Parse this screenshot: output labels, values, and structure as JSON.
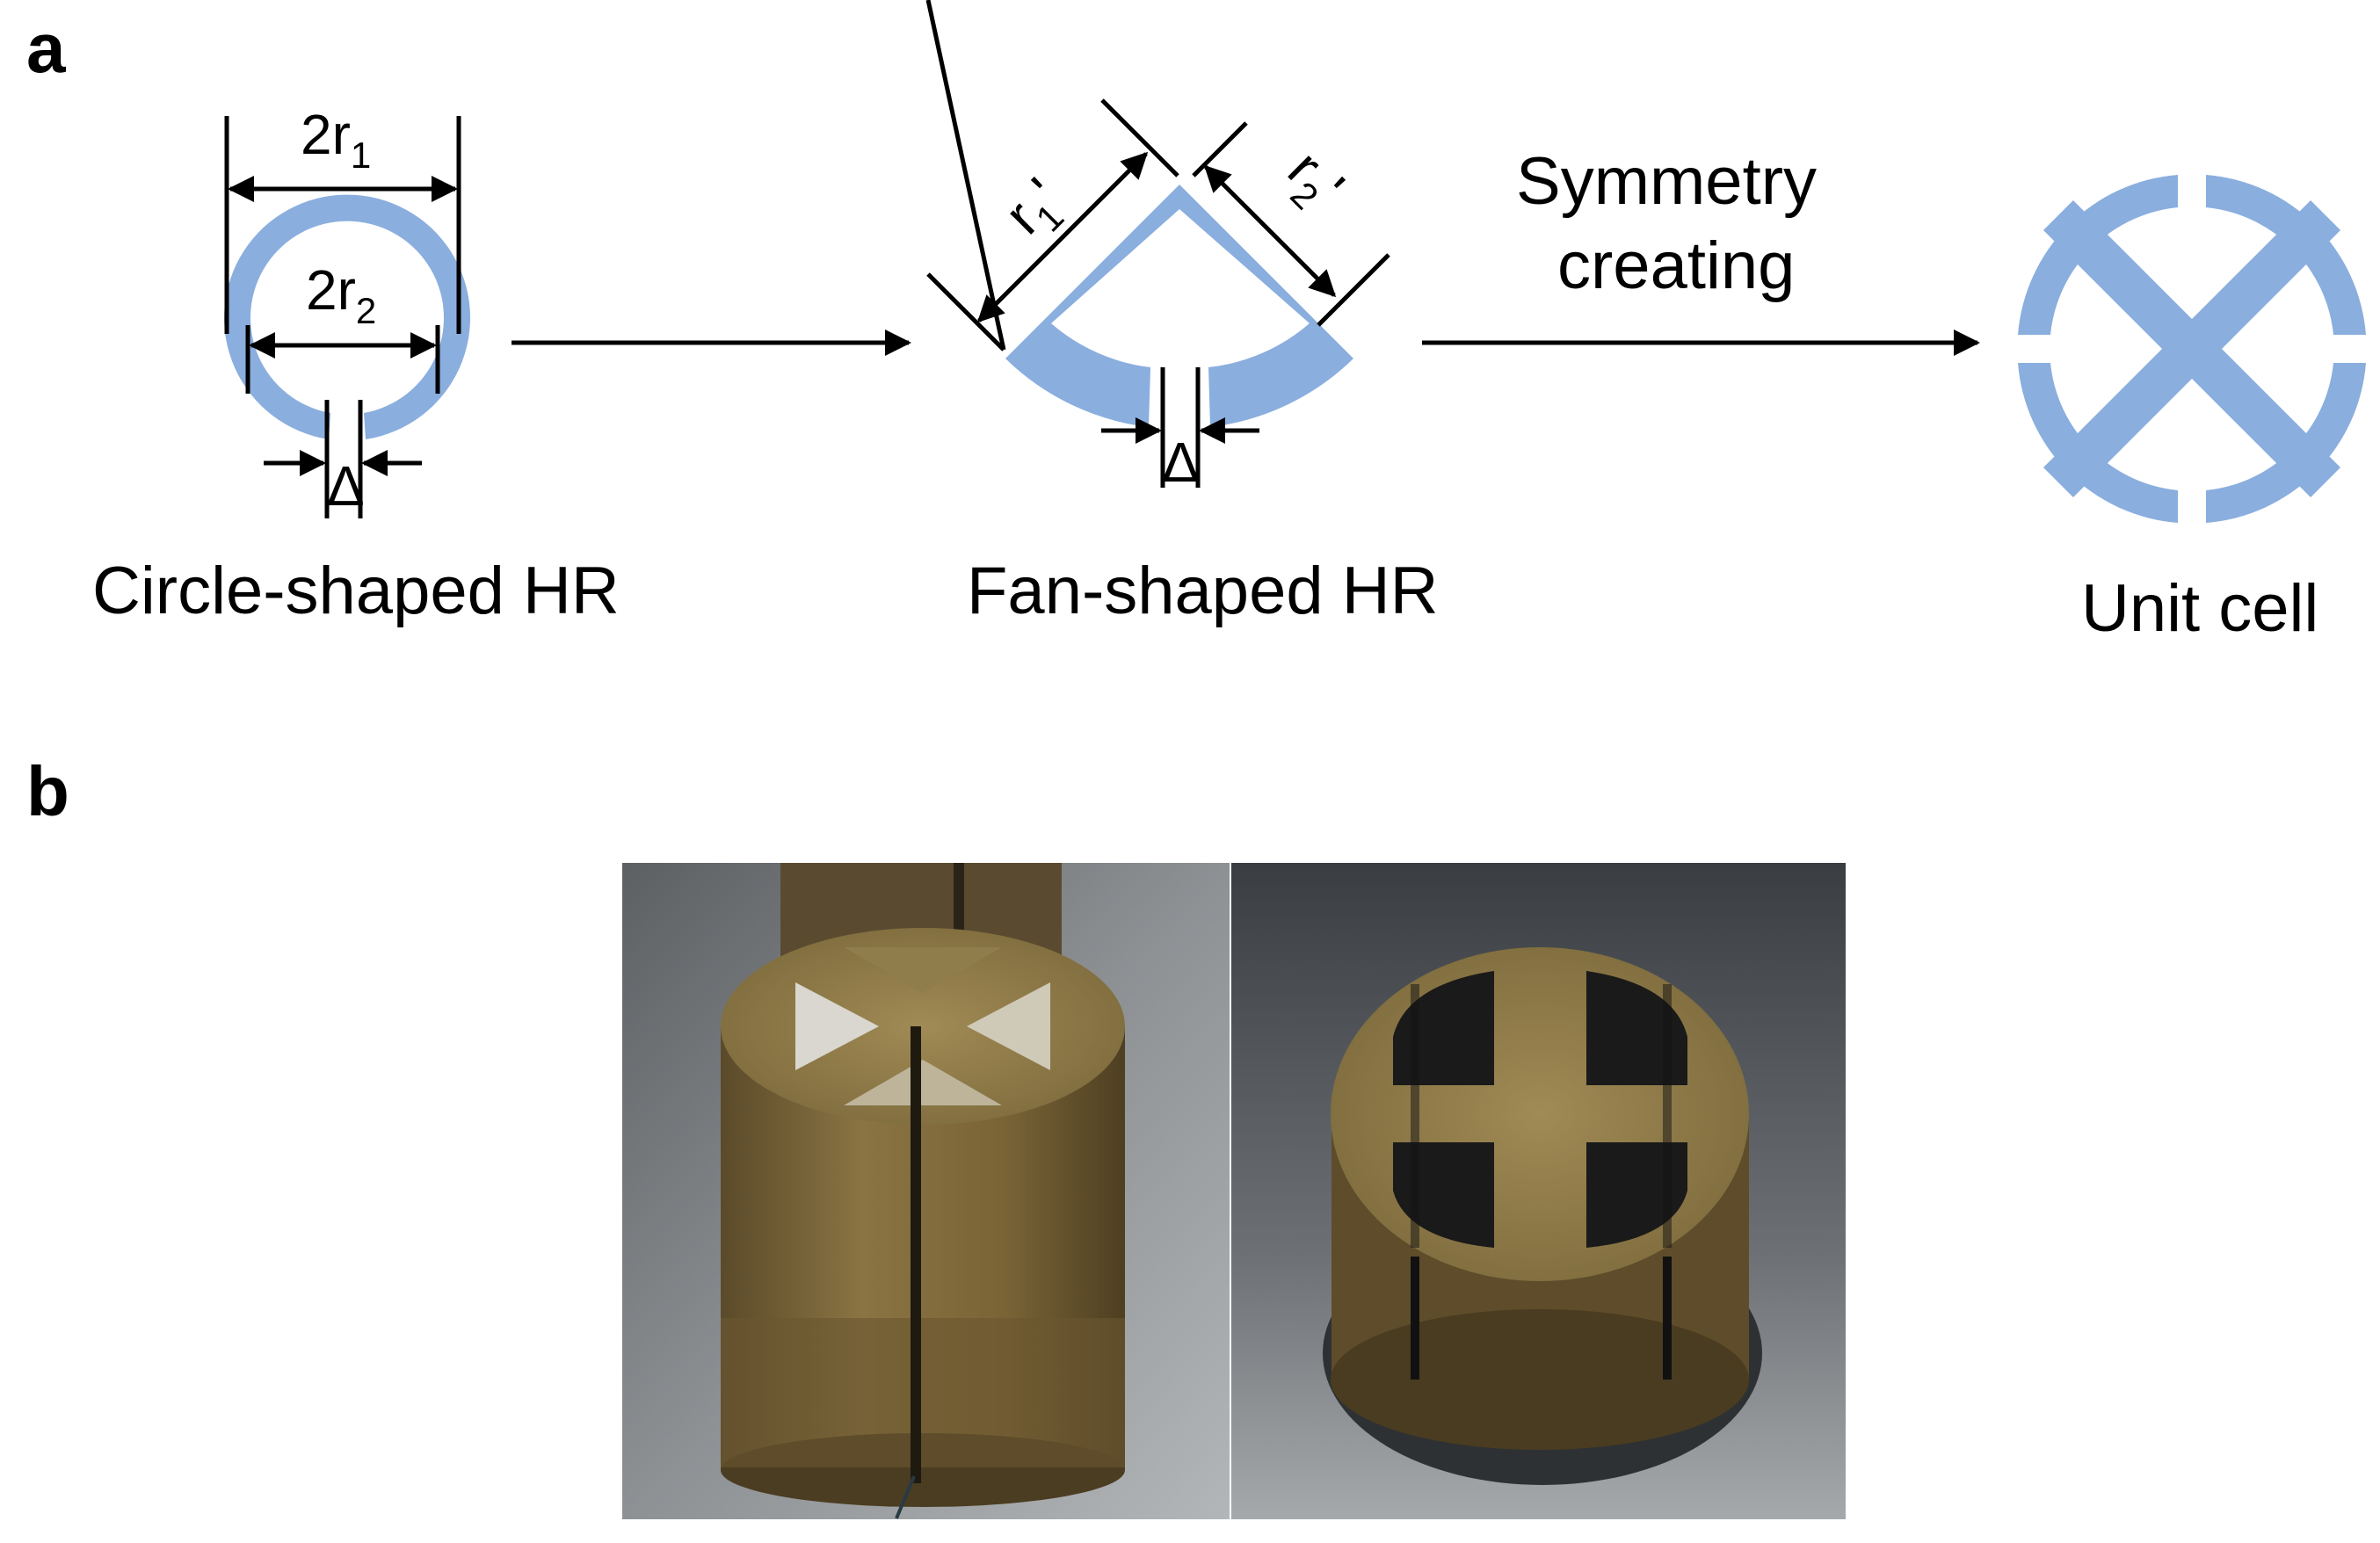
{
  "figure": {
    "panel_a_letter": "a",
    "panel_b_letter": "b",
    "circle_caption": "Circle-shaped HR",
    "fan_caption": "Fan-shaped HR",
    "unit_caption": "Unit cell",
    "symmetry_line1": "Symmetry",
    "symmetry_line2": "creating",
    "dim_2r1_main": "2r",
    "dim_2r1_sub": "1",
    "dim_2r2_main": "2r",
    "dim_2r2_sub": "2",
    "dim_r1p_main": "r",
    "dim_r1p_sub": "1",
    "dim_r1p_prime": "'",
    "dim_r2p_main": "r",
    "dim_r2p_sub": "2",
    "dim_r2p_prime": "'",
    "gap_symbol": "Δ"
  },
  "colors": {
    "shape_fill": "#8aaede",
    "line": "#000000",
    "text": "#000000"
  },
  "photos": [
    {
      "name": "cylinder-side-view-photo",
      "description_icon": "brass-cylinder-icon"
    },
    {
      "name": "cylinder-top-view-photo",
      "description_icon": "brass-cross-cell-icon"
    }
  ]
}
